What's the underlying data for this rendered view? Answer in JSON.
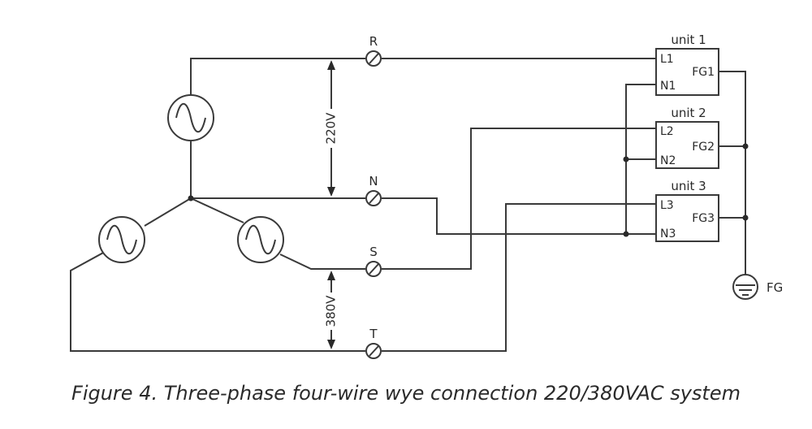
{
  "terminals": {
    "r": "R",
    "n": "N",
    "s": "S",
    "t": "T"
  },
  "voltages": {
    "phase_to_neutral": "220V",
    "phase_to_phase": "380V"
  },
  "units": [
    {
      "title": "unit 1",
      "line": "L1",
      "neutral": "N1",
      "ground": "FG1"
    },
    {
      "title": "unit 2",
      "line": "L2",
      "neutral": "N2",
      "ground": "FG2"
    },
    {
      "title": "unit 3",
      "line": "L3",
      "neutral": "N3",
      "ground": "FG3"
    }
  ],
  "ground_label": "FG",
  "caption": "Figure 4. Three-phase four-wire wye connection 220/380VAC system"
}
